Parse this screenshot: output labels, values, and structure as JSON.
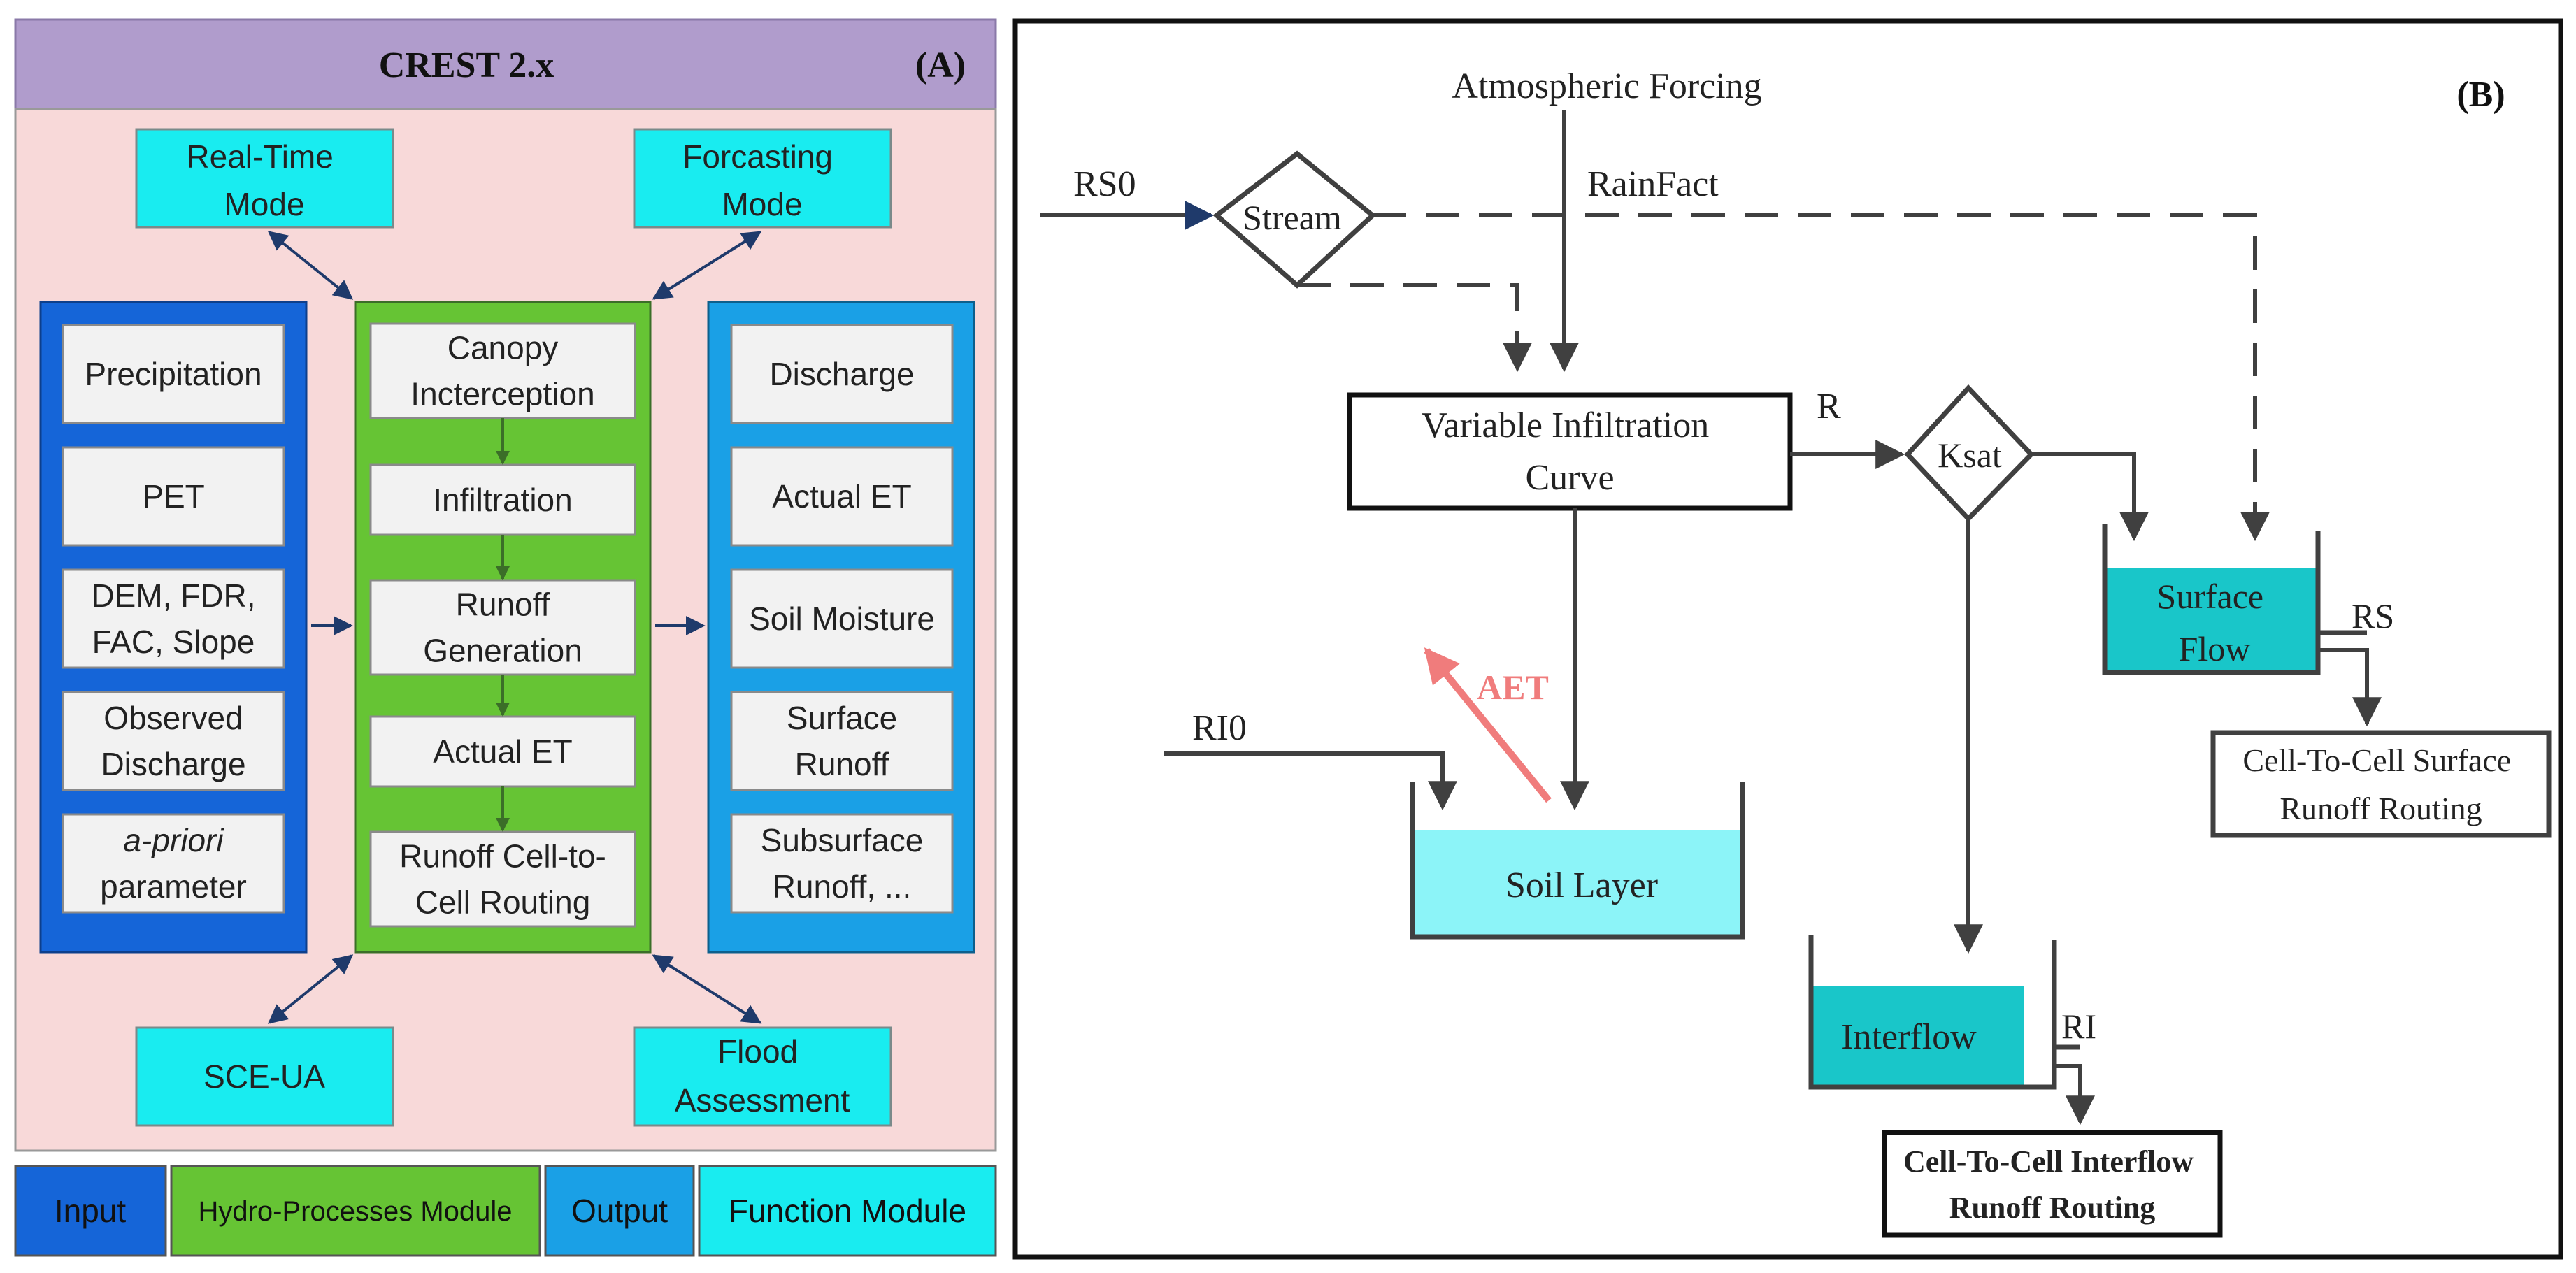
{
  "panel_a": {
    "title": "CREST 2.x",
    "label": "(A)",
    "top_boxes": {
      "realtime": [
        "Real-Time",
        "Mode"
      ],
      "forecasting": [
        "Forcasting",
        "Mode"
      ]
    },
    "bottom_boxes": {
      "sceua": [
        "SCE-UA"
      ],
      "flood": [
        "Flood",
        "Assessment"
      ]
    },
    "input_items": [
      [
        "Precipitation"
      ],
      [
        "PET"
      ],
      [
        "DEM, FDR,",
        "FAC, Slope"
      ],
      [
        "Observed",
        "Discharge"
      ],
      [
        "a-priori",
        "parameter"
      ]
    ],
    "process_items": [
      [
        "Canopy",
        "Incterception"
      ],
      [
        "Infiltration"
      ],
      [
        "Runoff",
        "Generation"
      ],
      [
        "Actual ET"
      ],
      [
        "Runoff Cell-to-",
        "Cell Routing"
      ]
    ],
    "output_items": [
      [
        "Discharge"
      ],
      [
        "Actual ET"
      ],
      [
        "Soil Moisture"
      ],
      [
        "Surface",
        "Runoff"
      ],
      [
        "Subsurface",
        "Runoff, ..."
      ]
    ],
    "legend": {
      "input": "Input",
      "hydro": "Hydro-Processes Module",
      "output": "Output",
      "function": "Function Module"
    },
    "colors": {
      "header": "#b09ccc",
      "panel_bg": "#f8d9d9",
      "cyan": "#19ecf0",
      "input_blue": "#1565d8",
      "green": "#66c434",
      "output_blue": "#1aa0e6",
      "item_bg": "#f2f2f2"
    }
  },
  "panel_b": {
    "label": "(B)",
    "atmospheric_forcing": "Atmospheric Forcing",
    "rs0": "RS0",
    "stream": "Stream",
    "rainfact": "RainFact",
    "vic": [
      "Variable Infiltration",
      "Curve"
    ],
    "r": "R",
    "ksat": "Ksat",
    "surface_flow": [
      "Surface",
      "Flow"
    ],
    "rs": "RS",
    "surface_routing": [
      "Cell-To-Cell Surface",
      "Runoff Routing"
    ],
    "aet": "AET",
    "ri0": "RI0",
    "soil_layer": "Soil Layer",
    "interflow": "Interflow",
    "ri": "RI",
    "interflow_routing": [
      "Cell-To-Cell Interflow",
      "Runoff Routing"
    ],
    "colors": {
      "soil_fill": "#8cf4f8",
      "tank_fill": "#19c6c9",
      "aet": "#f07c7c",
      "line": "#404040"
    }
  }
}
